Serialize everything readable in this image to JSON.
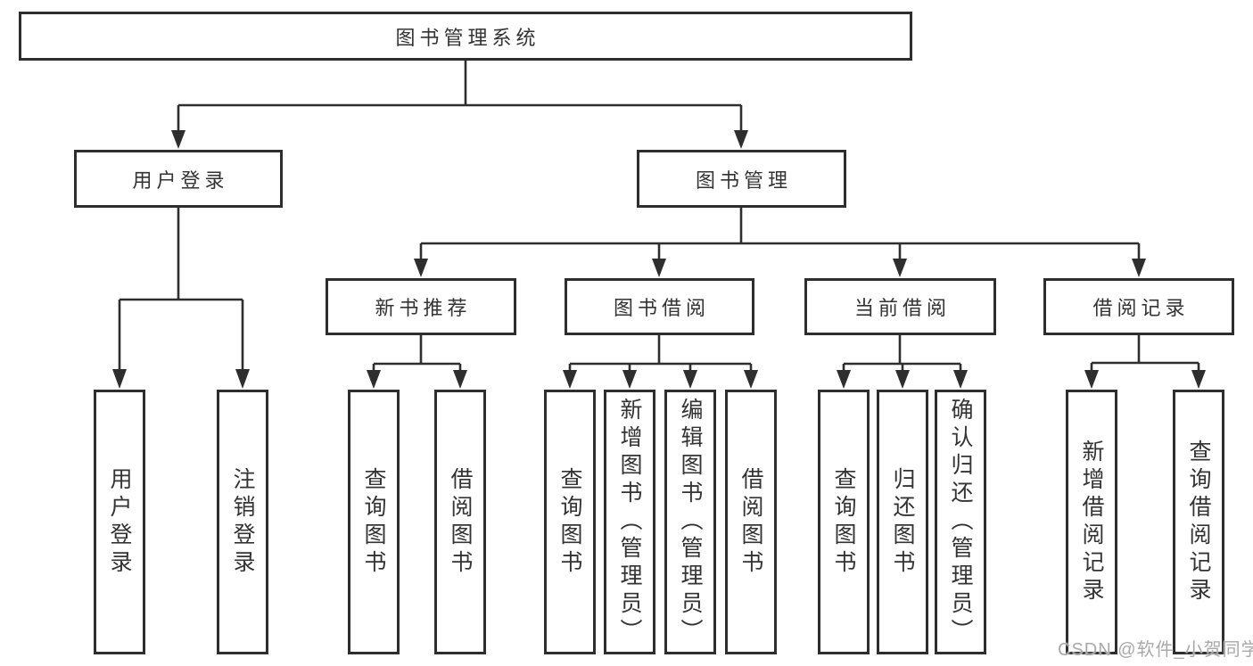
{
  "diagram": {
    "tree": {
      "root": {
        "label": "图书管理系统"
      },
      "children": [
        {
          "label": "用户登录",
          "children": [
            {
              "label": "用户登录"
            },
            {
              "label": "注销登录"
            }
          ]
        },
        {
          "label": "图书管理",
          "children": [
            {
              "label": "新书推荐",
              "children": [
                {
                  "label": "查询图书"
                },
                {
                  "label": "借阅图书"
                }
              ]
            },
            {
              "label": "图书借阅",
              "children": [
                {
                  "label": "查询图书"
                },
                {
                  "label": "新增图书（管理员）"
                },
                {
                  "label": "编辑图书（管理员）"
                },
                {
                  "label": "借阅图书"
                }
              ]
            },
            {
              "label": "当前借阅",
              "children": [
                {
                  "label": "查询图书"
                },
                {
                  "label": "归还图书"
                },
                {
                  "label": "确认归还（管理员）"
                }
              ]
            },
            {
              "label": "借阅记录",
              "children": [
                {
                  "label": "新增借阅记录"
                },
                {
                  "label": "查询借阅记录"
                }
              ]
            }
          ]
        }
      ]
    },
    "colors": {
      "line": "#2e2e2e",
      "box_background": "#ffffff",
      "text": "#333333",
      "watermark_text": "#a9a9a9"
    }
  },
  "watermark": {
    "text": "CSDN @软件_小贺同学"
  }
}
